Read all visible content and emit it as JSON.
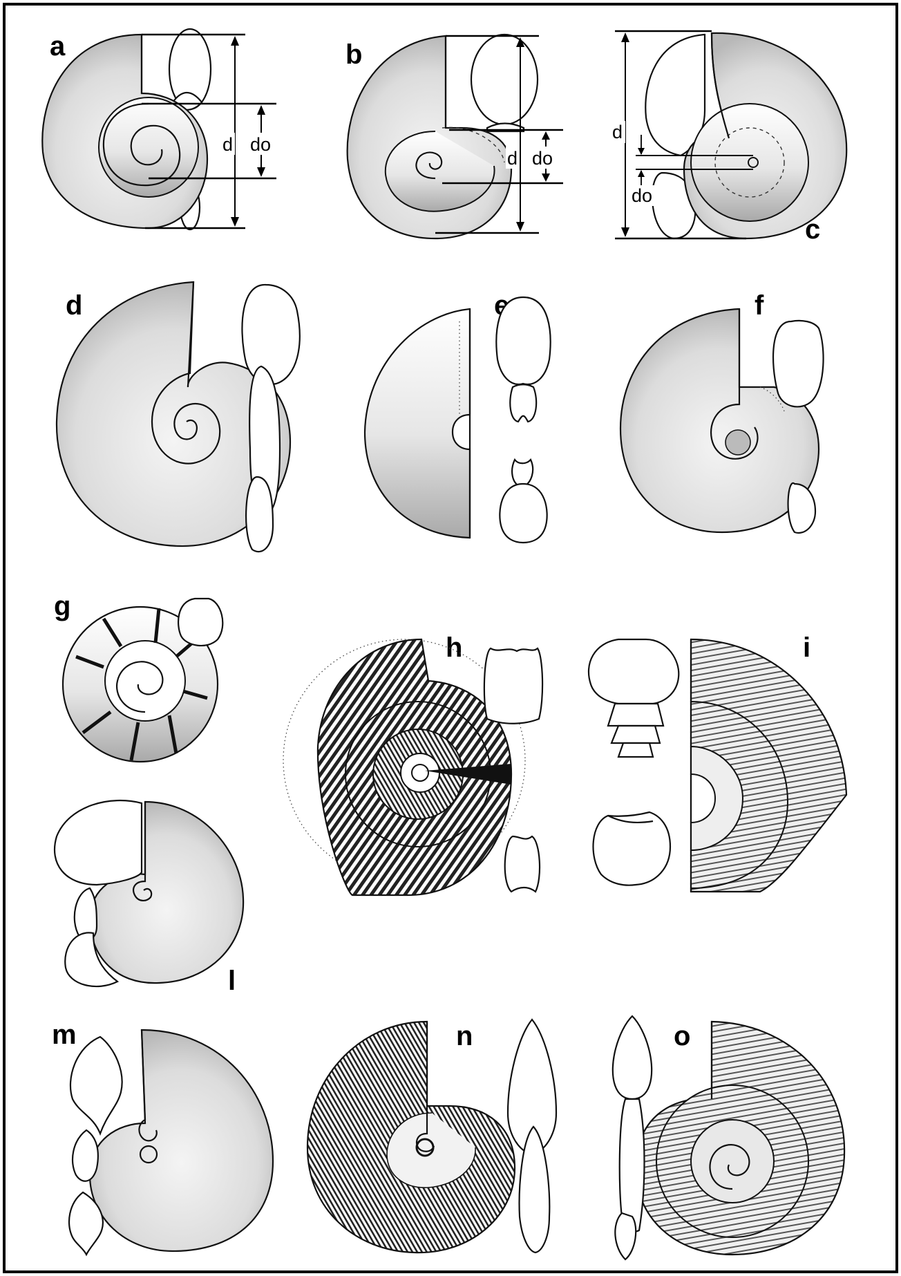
{
  "figure": {
    "panel_labels": [
      "a",
      "b",
      "c",
      "d",
      "e",
      "f",
      "g",
      "h",
      "i",
      "l",
      "m",
      "n",
      "o"
    ],
    "dimension_labels": {
      "a": {
        "d": "d",
        "do": "do"
      },
      "b": {
        "d": "d",
        "do": "do"
      },
      "c": {
        "d": "d",
        "do": "do"
      }
    }
  }
}
